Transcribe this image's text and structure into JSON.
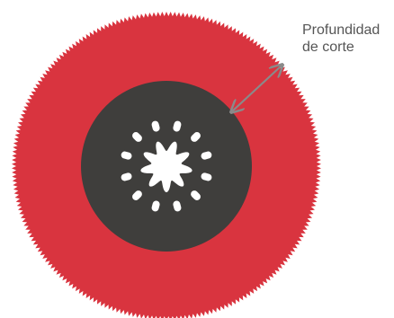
{
  "label": {
    "line1": "Profundidad",
    "line2": "de corte"
  },
  "colors": {
    "blade": "#d9343f",
    "hub": "#3f3e3c",
    "mount": "#ffffff",
    "arrow": "#8a8a8a",
    "text": "#555555"
  },
  "blade": {
    "tooth_count": 230
  },
  "mount": {
    "star_points": 9,
    "outer_slots": 12
  },
  "icons": {
    "arrow": "double-headed-arrow"
  }
}
